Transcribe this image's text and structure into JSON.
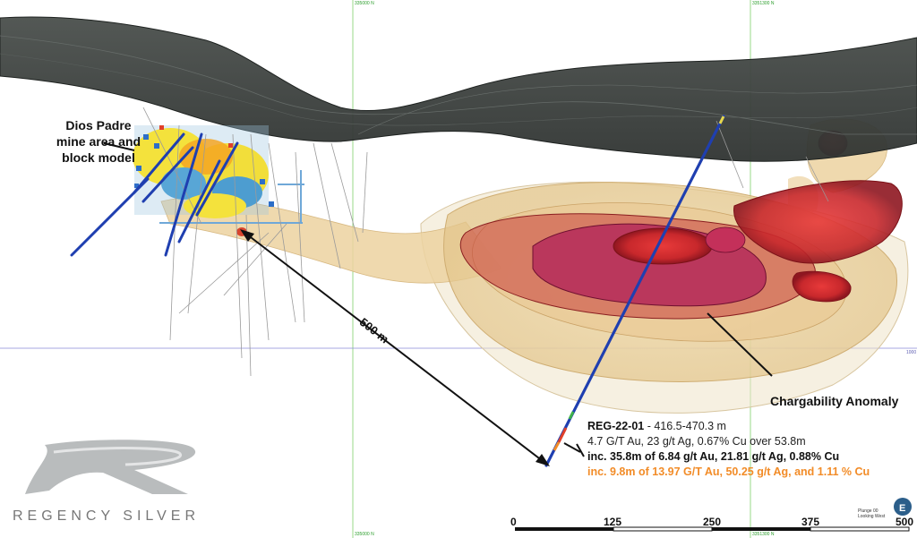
{
  "labels": {
    "mine_area": "Dios Padre mine area and block model",
    "distance": "500 m",
    "anomaly": "Chargability Anomaly"
  },
  "drill_result": {
    "hole_id": "REG-22-01",
    "interval": " - 416.5-470.3 m",
    "line1": "4.7 G/T Au, 23 g/t Ag, 0.67% Cu over 53.8m",
    "line2": "inc. 35.8m of 6.84 g/t Au, 21.81 g/t Ag, 0.88% Cu",
    "line3": "inc. 9.8m of 13.97 G/T Au, 50.25 g/t Ag, and 1.11 % Cu"
  },
  "coords": {
    "top_left": "335000 N",
    "top_right": "3351300 N",
    "bottom_left": "335000 N",
    "bottom_right": "3351300 N",
    "right_edge": "1000"
  },
  "scale_bar": {
    "ticks": [
      "0",
      "125",
      "250",
      "375",
      "500"
    ]
  },
  "view": {
    "plunge": "Plunge 00",
    "looking": "Looking West"
  },
  "brand": {
    "name": "REGENCY SILVER"
  },
  "colors": {
    "topography": "#3d4240",
    "envelope": "#e8cf9c",
    "anomaly_core": "#c8282c",
    "drillhole": "#1f3fb0",
    "highlight_text": "#f28c28",
    "grid_green": "#7fcf6a",
    "grid_blue": "#8a8ad8"
  }
}
